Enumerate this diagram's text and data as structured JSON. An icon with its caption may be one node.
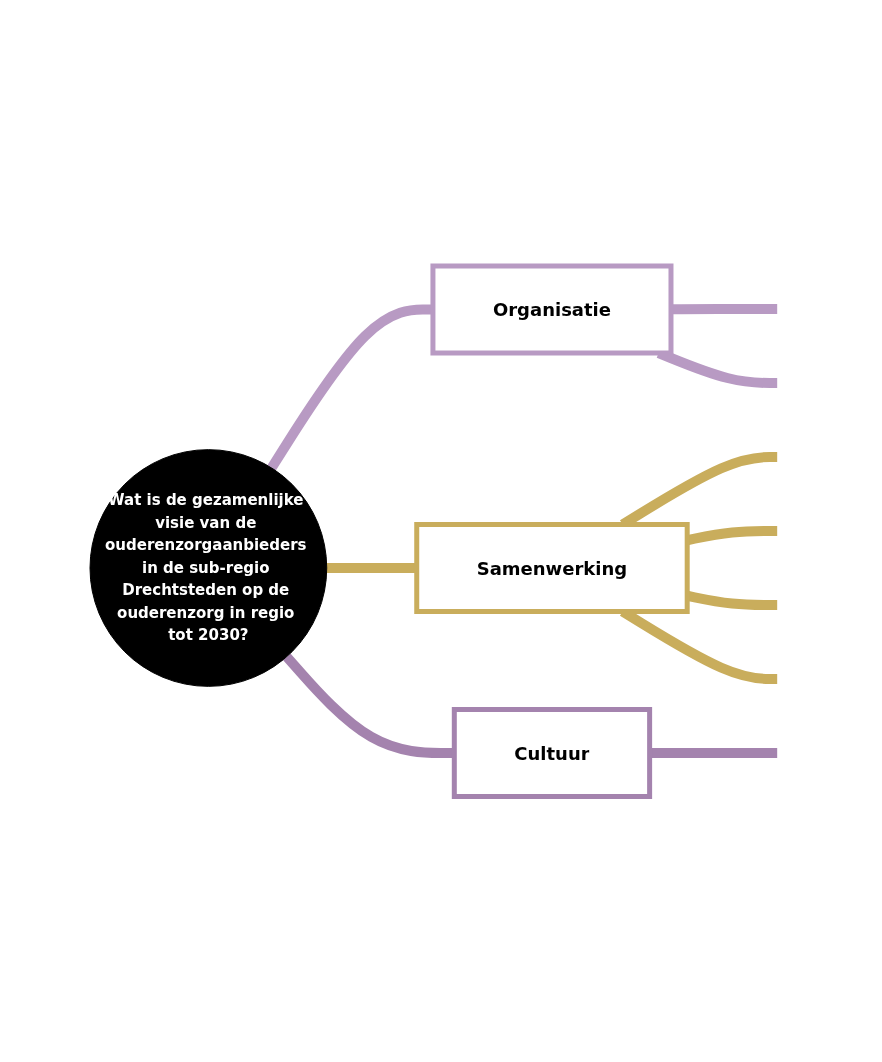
{
  "diagram": {
    "nodes": [
      {
        "text": [
          "Wat is de gezamenlijke visie van de ouderenzorgaanbieders in de sub-regio Drechtsteden op de ouderenzorg in regio tot 2030?"
        ]
      },
      {
        "text": [
          "Organisatie"
        ]
      },
      {
        "text": [
          "Samenwerking"
        ]
      },
      {
        "text": [
          "Cultuur"
        ]
      }
    ],
    "edges": [
      {
        "from": 0,
        "to": 1,
        "arrow": "none",
        "color": "#b89ac3"
      },
      {
        "from": 0,
        "to": 2,
        "arrow": "none",
        "color": "#c9ad5c"
      },
      {
        "from": 0,
        "to": 3,
        "arrow": "none",
        "color": "#a483ae"
      },
      {
        "from": 1,
        "to": null,
        "arrow": "none",
        "color": "#b89ac3"
      },
      {
        "from": 1,
        "to": null,
        "arrow": "none",
        "color": "#b89ac3"
      },
      {
        "from": 2,
        "to": null,
        "arrow": "none",
        "color": "#c9ad5c"
      },
      {
        "from": 2,
        "to": null,
        "arrow": "none",
        "color": "#c9ad5c"
      },
      {
        "from": 2,
        "to": null,
        "arrow": "none",
        "color": "#c9ad5c"
      },
      {
        "from": 2,
        "to": null,
        "arrow": "none",
        "color": "#c9ad5c"
      },
      {
        "from": 3,
        "to": null,
        "arrow": "none",
        "color": "#a483ae"
      }
    ]
  }
}
